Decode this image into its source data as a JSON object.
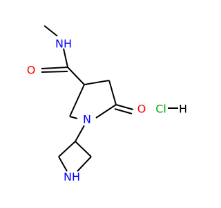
{
  "molecule": {
    "atoms": {
      "n_amide": "NH",
      "o_amide": "O",
      "n_ring": "N",
      "o_lactam": "O",
      "n_azetidine": "NH"
    },
    "salt": {
      "cl": "Cl",
      "h": "H"
    }
  },
  "colors": {
    "bond": "#000000",
    "nitrogen": "#0000ff",
    "oxygen": "#ff0000",
    "chlorine": "#00aa00",
    "hydrogen": "#000000"
  }
}
